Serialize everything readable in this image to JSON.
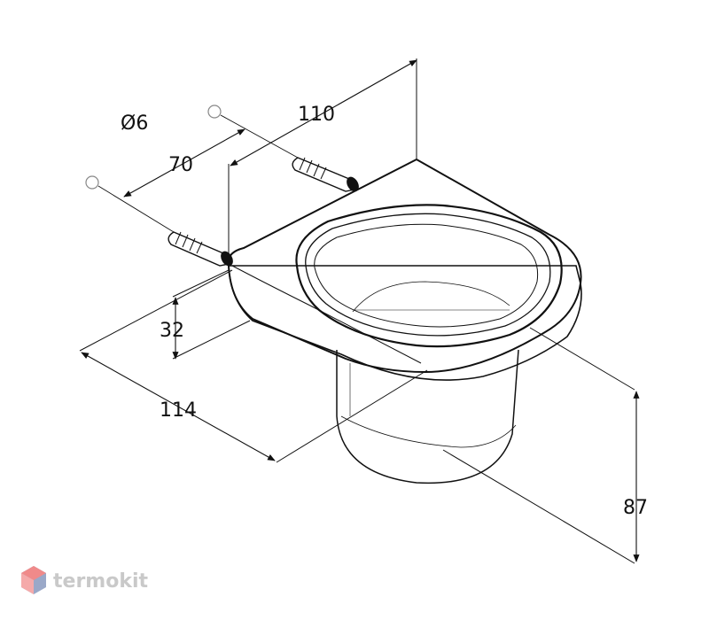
{
  "dimensions": {
    "hole_diameter": "Ø6",
    "screw_spacing": "70",
    "depth": "110",
    "plate_height": "32",
    "width": "114",
    "height": "87"
  },
  "watermark": {
    "text": "termokit",
    "icon": "cube-logo-icon"
  },
  "colors": {
    "line": "#111111",
    "glass_fill": "#ffffff",
    "watermark": "#c9c9c9",
    "logo_red": "#f08a8a",
    "logo_blue": "#9aa8c8"
  }
}
